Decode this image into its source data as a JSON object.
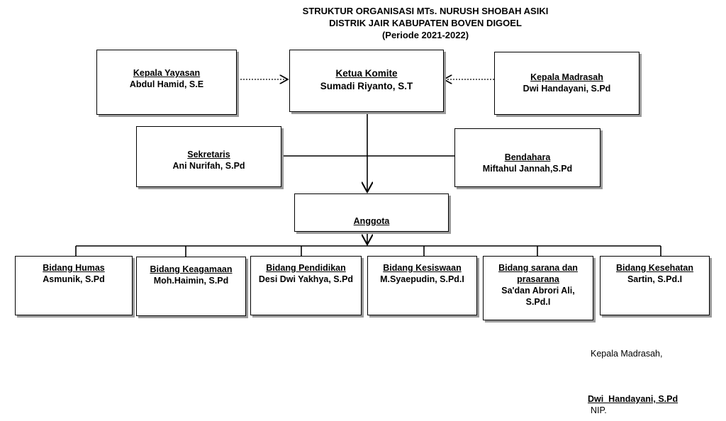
{
  "header": {
    "line1": "STRUKTUR ORGANISASI MTs. NURUSH SHOBAH ASIKI",
    "line2": "DISTRIK JAIR KABUPATEN BOVEN DIGOEL",
    "line3": "(Periode 2021-2022)"
  },
  "top": {
    "yayasan": {
      "role": "Kepala Yayasan",
      "name": "Abdul Hamid, S.E"
    },
    "komite": {
      "role": "Ketua Komite",
      "name": "Sumadi Riyanto, S.T"
    },
    "madrasah": {
      "role": "Kepala Madrasah",
      "name": "Dwi Handayani, S.Pd"
    }
  },
  "middle": {
    "sekretaris": {
      "role": "Sekretaris",
      "name": "Ani Nurifah, S.Pd"
    },
    "bendahara": {
      "role": "Bendahara",
      "name": "Miftahul Jannah,S.Pd"
    },
    "anggota": {
      "role": "Anggota"
    }
  },
  "bidang": [
    {
      "role": "Bidang Humas",
      "name": "Asmunik, S.Pd"
    },
    {
      "role": "Bidang Keagamaan",
      "name": "Moh.Haimin, S.Pd"
    },
    {
      "role": "Bidang Pendidikan",
      "name": "Desi Dwi Yakhya, S.Pd"
    },
    {
      "role": "Bidang Kesiswaan",
      "name": "M.Syaepudin, S.Pd.I"
    },
    {
      "role": "Bidang sarana dan prasarana",
      "name": "Sa'dan Abrori Ali, S.Pd.I"
    },
    {
      "role": "Bidang Kesehatan",
      "name": "Sartin, S.Pd.I"
    }
  ],
  "signature": {
    "position": "Kepala Madrasah,",
    "name": "Dwi  Handayani, S.Pd",
    "nip": "NIP."
  }
}
